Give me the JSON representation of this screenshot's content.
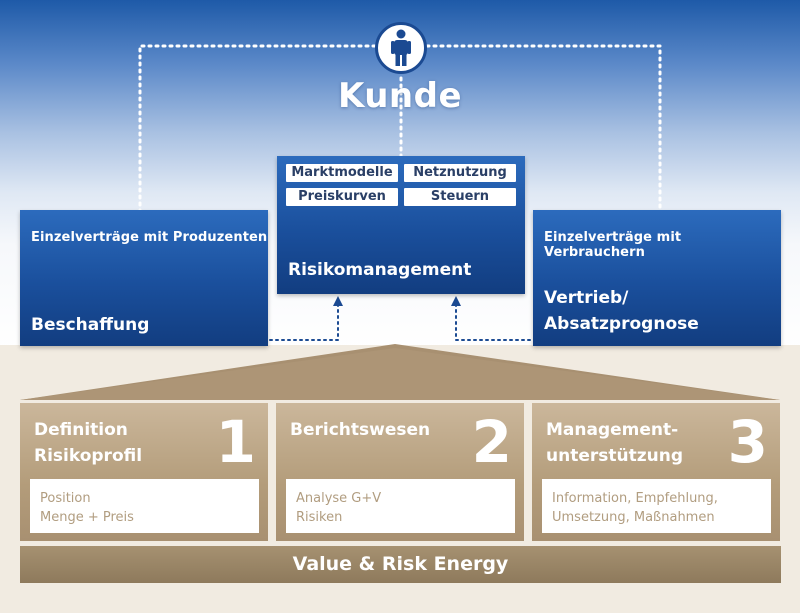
{
  "customer": {
    "title": "Kunde",
    "icon": "person-icon"
  },
  "center_box": {
    "chips": [
      "Marktmodelle",
      "Netznutzung",
      "Preiskurven",
      "Steuern"
    ],
    "title": "Risikomanagement"
  },
  "left_box": {
    "subtitle": "Einzelverträge mit Produzenten",
    "title": "Beschaffung"
  },
  "right_box": {
    "subtitle": "Einzelverträge mit Verbrauchern",
    "title_line1": "Vertrieb/",
    "title_line2": "Absatzprognose"
  },
  "cards": [
    {
      "title_line1": "Definition",
      "title_line2": "Risikoprofil",
      "number": "1",
      "detail_line1": "Position",
      "detail_line2": "Menge + Preis"
    },
    {
      "title_line1": "Berichtswesen",
      "title_line2": "",
      "number": "2",
      "detail_line1": "Analyse G+V",
      "detail_line2": "Risiken"
    },
    {
      "title_line1": "Management-",
      "title_line2": "unterstützung",
      "number": "3",
      "detail_line1": "Information, Empfehlung,",
      "detail_line2": "Umsetzung, Maßnahmen"
    }
  ],
  "footer": {
    "label": "Value & Risk Energy"
  },
  "colors": {
    "blue_dark": "#123d80",
    "blue_mid": "#1a4f9c",
    "beige_card": "#b39c7a",
    "beige_roof": "#a89071",
    "beige_background": "#f1ebe1",
    "footer": "#8e7a5c"
  }
}
